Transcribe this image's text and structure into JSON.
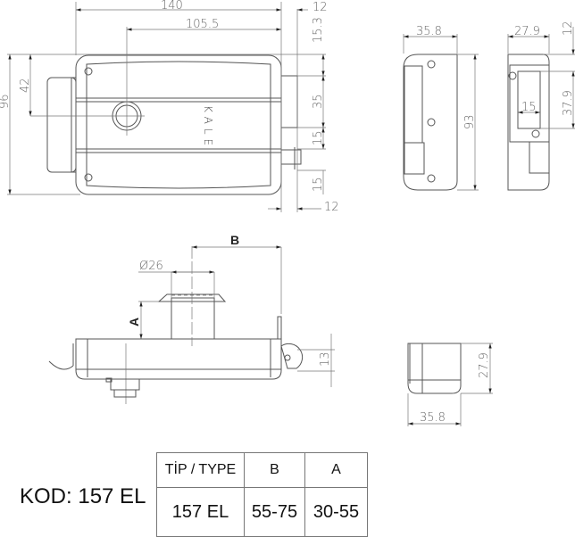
{
  "front_view": {
    "brand": "KALE",
    "dims": {
      "width": "140",
      "cylinder_offset": "105.5",
      "height": "96",
      "cylinder_height": "42",
      "top_offset": "15.3",
      "bolt": "35",
      "gap": "15",
      "bottom": "15",
      "bolt_depth_top": "12",
      "bolt_depth_bottom": "12"
    }
  },
  "strike_view": {
    "width": "35.8",
    "height": "93"
  },
  "strike_side_view": {
    "width": "27.9",
    "top": "12",
    "opening": "37.9",
    "inner": "15"
  },
  "side_view": {
    "b_label": "B",
    "diameter": "Ø26",
    "a_label": "A",
    "knob": "13"
  },
  "strike_bottom_view": {
    "height": "27.9",
    "width": "35.8"
  },
  "code": "KOD: 157 EL",
  "table": {
    "headers": [
      "TİP / TYPE",
      "B",
      "A"
    ],
    "rows": [
      [
        "157 EL",
        "55-75",
        "30-55"
      ]
    ]
  }
}
